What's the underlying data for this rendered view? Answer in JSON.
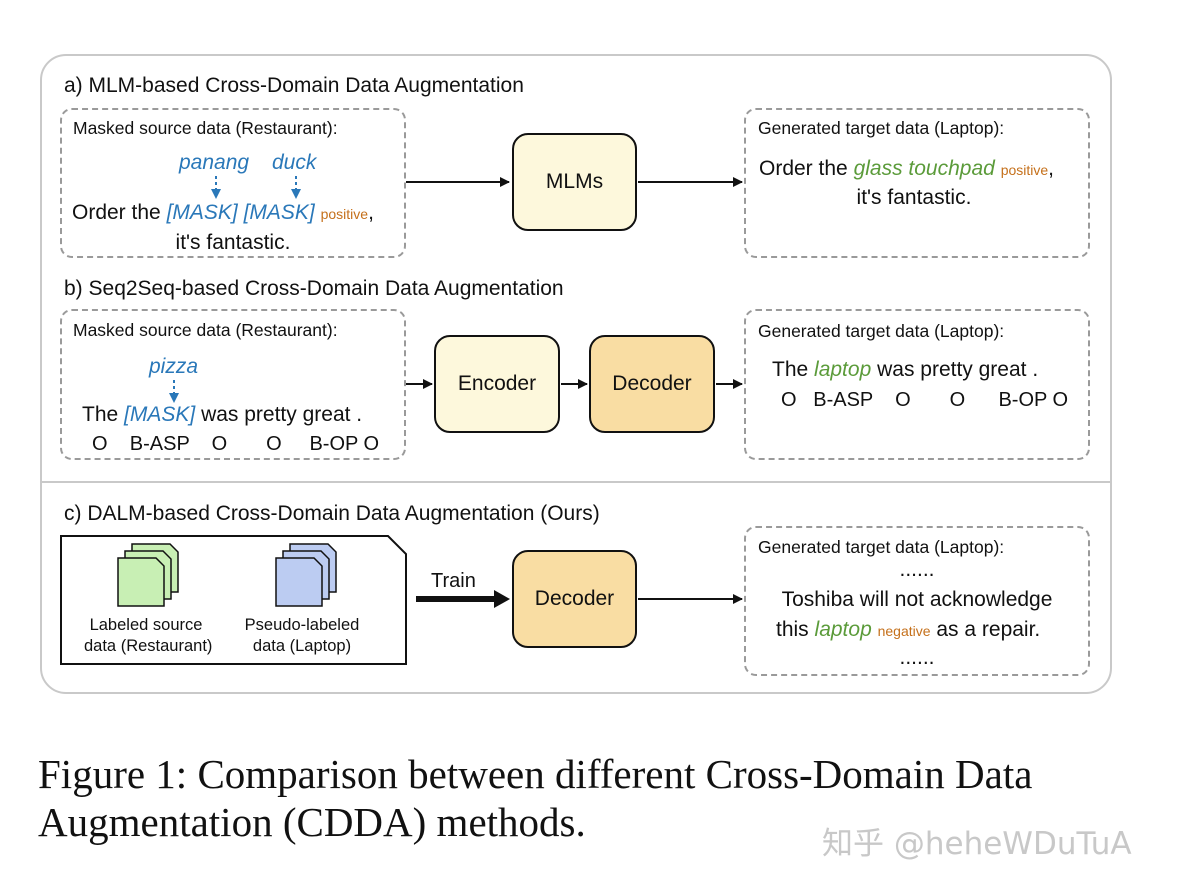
{
  "section_a": {
    "title": "a) MLM-based Cross-Domain Data Augmentation",
    "source_label": "Masked source data (Restaurant):",
    "fill_word_1": "panang",
    "fill_word_2": "duck",
    "sentence_prefix": "Order the",
    "mask_tokens": "[MASK] [MASK]",
    "sentiment": "positive",
    "comma": ",",
    "sentence_line2": "it's fantastic.",
    "model": "MLMs",
    "target_label": "Generated target data (Laptop):",
    "target_prefix": "Order the",
    "target_aspect": "glass touchpad",
    "target_sentiment": "positive",
    "target_line2": "it's fantastic."
  },
  "section_b": {
    "title": "b) Seq2Seq-based Cross-Domain Data Augmentation",
    "source_label": "Masked source data (Restaurant):",
    "fill_word": "pizza",
    "sentence_prefix": "The",
    "mask_token": "[MASK]",
    "sentence_suffix": "was pretty great .",
    "tags": "O    B-ASP    O       O     B-OP O",
    "encoder": "Encoder",
    "decoder": "Decoder",
    "target_label": "Generated target data (Laptop):",
    "target_prefix": "The",
    "target_aspect": "laptop",
    "target_suffix": "was pretty great .",
    "target_tags": "O   B-ASP    O       O      B-OP O"
  },
  "section_c": {
    "title": "c) DALM-based Cross-Domain Data Augmentation (Ours)",
    "doc1_label_line1": "Labeled source",
    "doc1_label_line2": "data (Restaurant)",
    "doc2_label_line1": "Pseudo-labeled",
    "doc2_label_line2": "data (Laptop)",
    "train_label": "Train",
    "decoder": "Decoder",
    "target_label": "Generated target data (Laptop):",
    "ellipsis_top": "......",
    "line1": "Toshiba will not acknowledge",
    "line2_prefix": "this",
    "aspect": "laptop",
    "sentiment": "negative",
    "line2_suffix": "as a repair.",
    "ellipsis_bottom": "......"
  },
  "caption": {
    "figure_label": "Figure 1:",
    "text_line1": "Comparison between different Cross-Domain Data",
    "text_line2": "Augmentation (CDDA) methods."
  },
  "watermark": "知乎 @heheWDuTuA",
  "colors": {
    "mask_blue": "#2a78b9",
    "aspect_green": "#5b9b3a",
    "sentiment_orange": "#c5701b",
    "cream_node": "#fdf8dc",
    "peach_node": "#f9dda3",
    "green_doc": "#c8efb4",
    "blue_doc": "#bcccf2"
  }
}
